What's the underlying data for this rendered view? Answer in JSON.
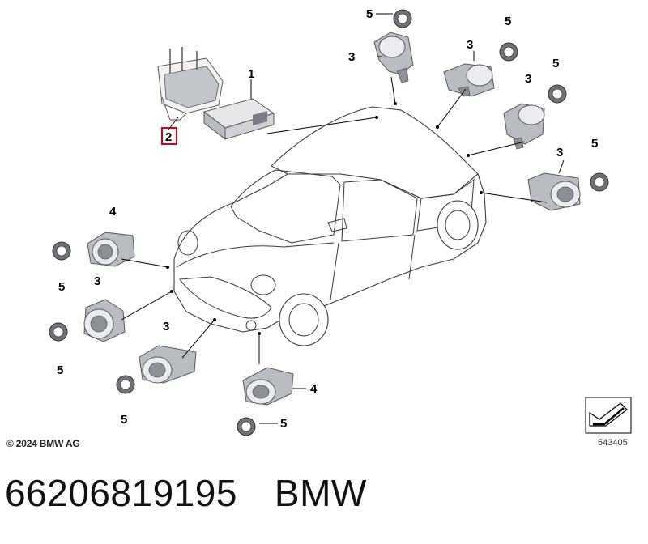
{
  "callouts": {
    "c1": "1",
    "c2": "2",
    "c3": "3",
    "c4": "4",
    "c5": "5"
  },
  "footer": {
    "copyright": "© 2024 BMW AG",
    "diagram_number": "543405"
  },
  "part": {
    "number": "66206819195",
    "brand": "BMW"
  },
  "highlight_color": "#d0021b"
}
